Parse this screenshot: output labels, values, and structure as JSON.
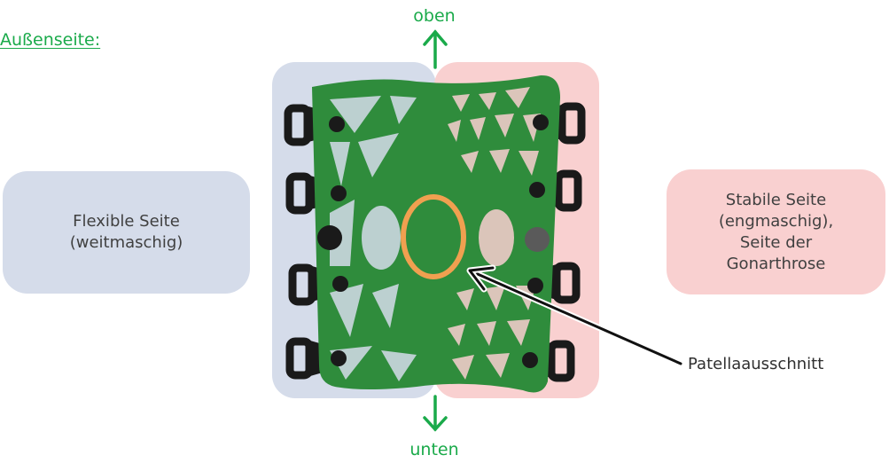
{
  "heading": "Außenseite:",
  "direction": {
    "top": "oben",
    "bottom": "unten"
  },
  "left_box": {
    "lines": [
      "Flexible Seite",
      "(weitmaschig)"
    ]
  },
  "right_box": {
    "lines": [
      "Stabile Seite",
      "(engmaschig),",
      "Seite der",
      "Gonarthrose"
    ]
  },
  "callout": "Patellaausschnitt",
  "colors": {
    "accent_green": "#1aaa4a",
    "flexible_side": "#d5dcea",
    "stable_side": "#f9d0d0",
    "brace_green": "#2f8c3c",
    "patella_ring": "#f0a050"
  }
}
